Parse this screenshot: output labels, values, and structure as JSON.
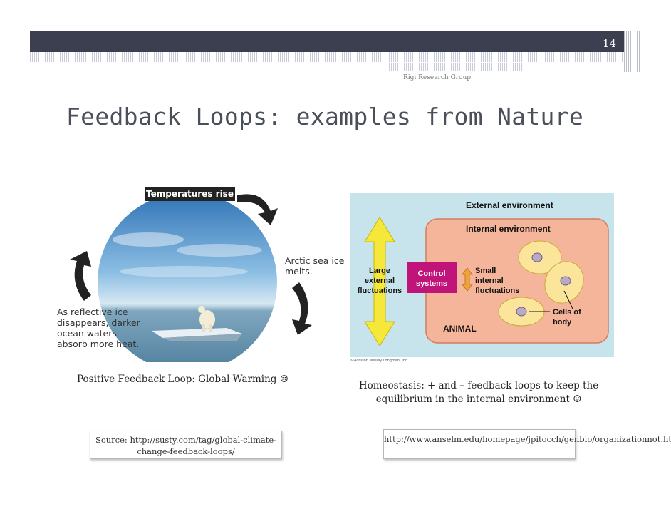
{
  "slide": {
    "page_number": "14",
    "group_label": "Rigi Research Group",
    "title": "Feedback Loops: examples from Nature"
  },
  "left_figure": {
    "top_label": "Temperatures rise",
    "right_label": "Arctic sea ice melts.",
    "left_label": "As reflective ice disappears, darker ocean waters absorb more heat.",
    "caption": "Positive Feedback Loop: Global Warming ☹",
    "source": "Source: http://susty.com/tag/global-climate-change-feedback-loops/"
  },
  "right_figure": {
    "external_env": "External environment",
    "internal_env": "Internal environment",
    "large_fluct": [
      "Large",
      "external",
      "fluctuations"
    ],
    "control": [
      "Control",
      "systems"
    ],
    "small_fluct": [
      "Small",
      "internal",
      "fluctuations"
    ],
    "animal": "ANIMAL",
    "cells": [
      "Cells of",
      "body"
    ],
    "copyright": "©Addison Wesley Longman, Inc.",
    "caption": "Homeostasis: + and – feedback loops  to keep the equilibrium in the internal environment ☺",
    "source": "http://www.anselm.edu/homepage/jpitocch/genbio/organizationnot.html"
  },
  "colors": {
    "header_bar": "#3b3f4f",
    "title": "#4a4f59",
    "diagram_bg": "#c7e3ec",
    "internal_env": "#f5b59a",
    "control_box": "#c0147a",
    "arrow_yellow": "#f5e83a"
  }
}
